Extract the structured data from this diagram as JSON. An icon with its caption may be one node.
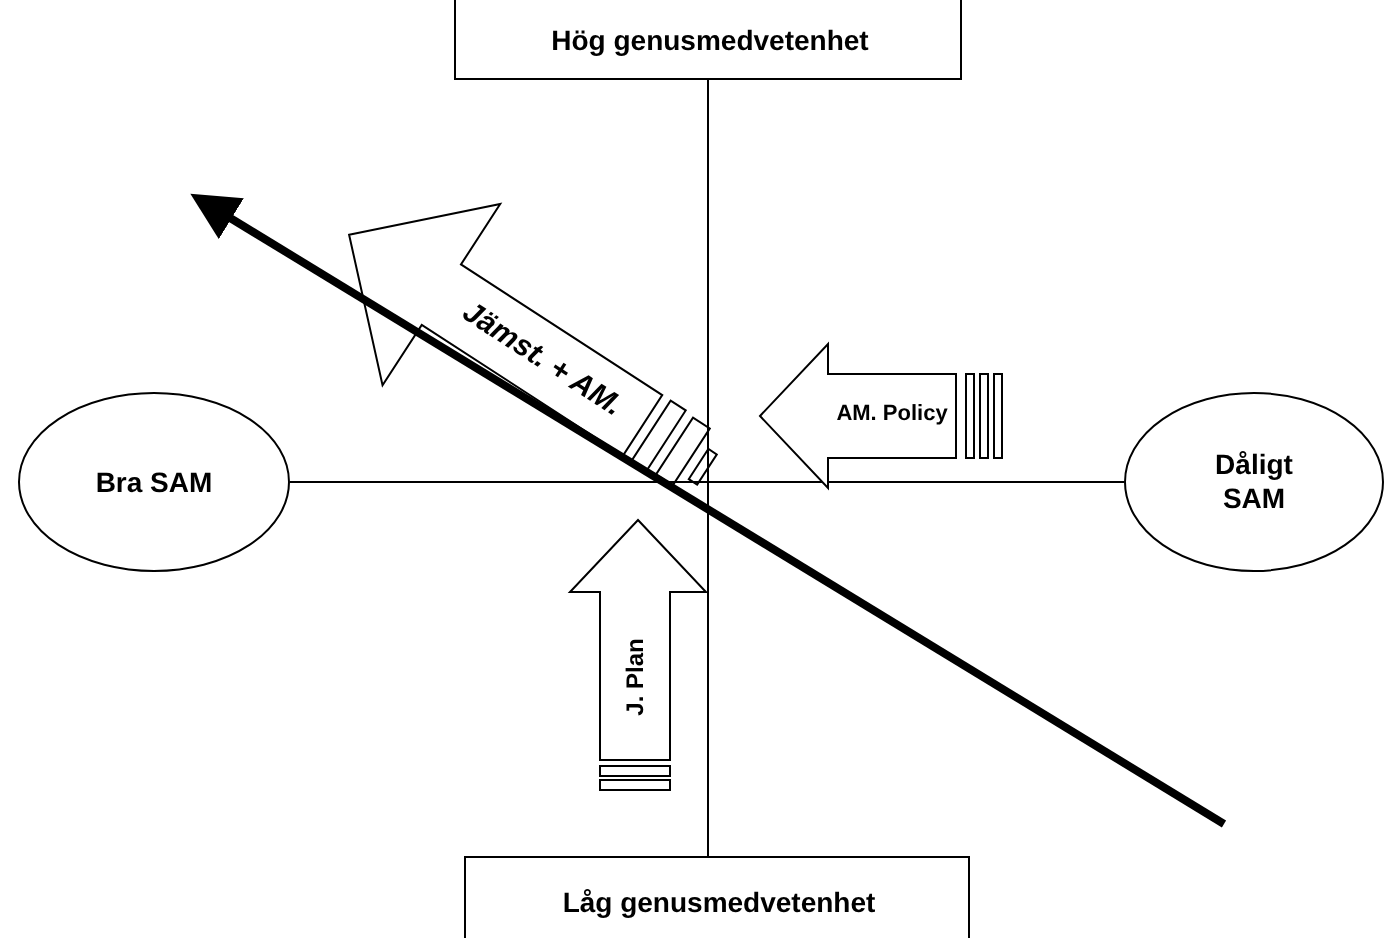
{
  "diagram": {
    "nodes": [
      {
        "text": [
          "Hög genusmedvetenhet"
        ]
      },
      {
        "text": [
          "Jämst. + AM."
        ]
      },
      {
        "text": [
          "AM. Policy"
        ]
      },
      {
        "text": [
          "Bra SAM"
        ]
      },
      {
        "text": [
          "Dåligt SAM"
        ]
      },
      {
        "text": [
          "J. Plan"
        ]
      },
      {
        "text": [
          "Låg genusmedvetenhet"
        ]
      }
    ],
    "edges": [
      {
        "from": 0,
        "to": 6,
        "arrow": "none"
      },
      {
        "from": 3,
        "to": 4,
        "arrow": "none"
      }
    ]
  }
}
